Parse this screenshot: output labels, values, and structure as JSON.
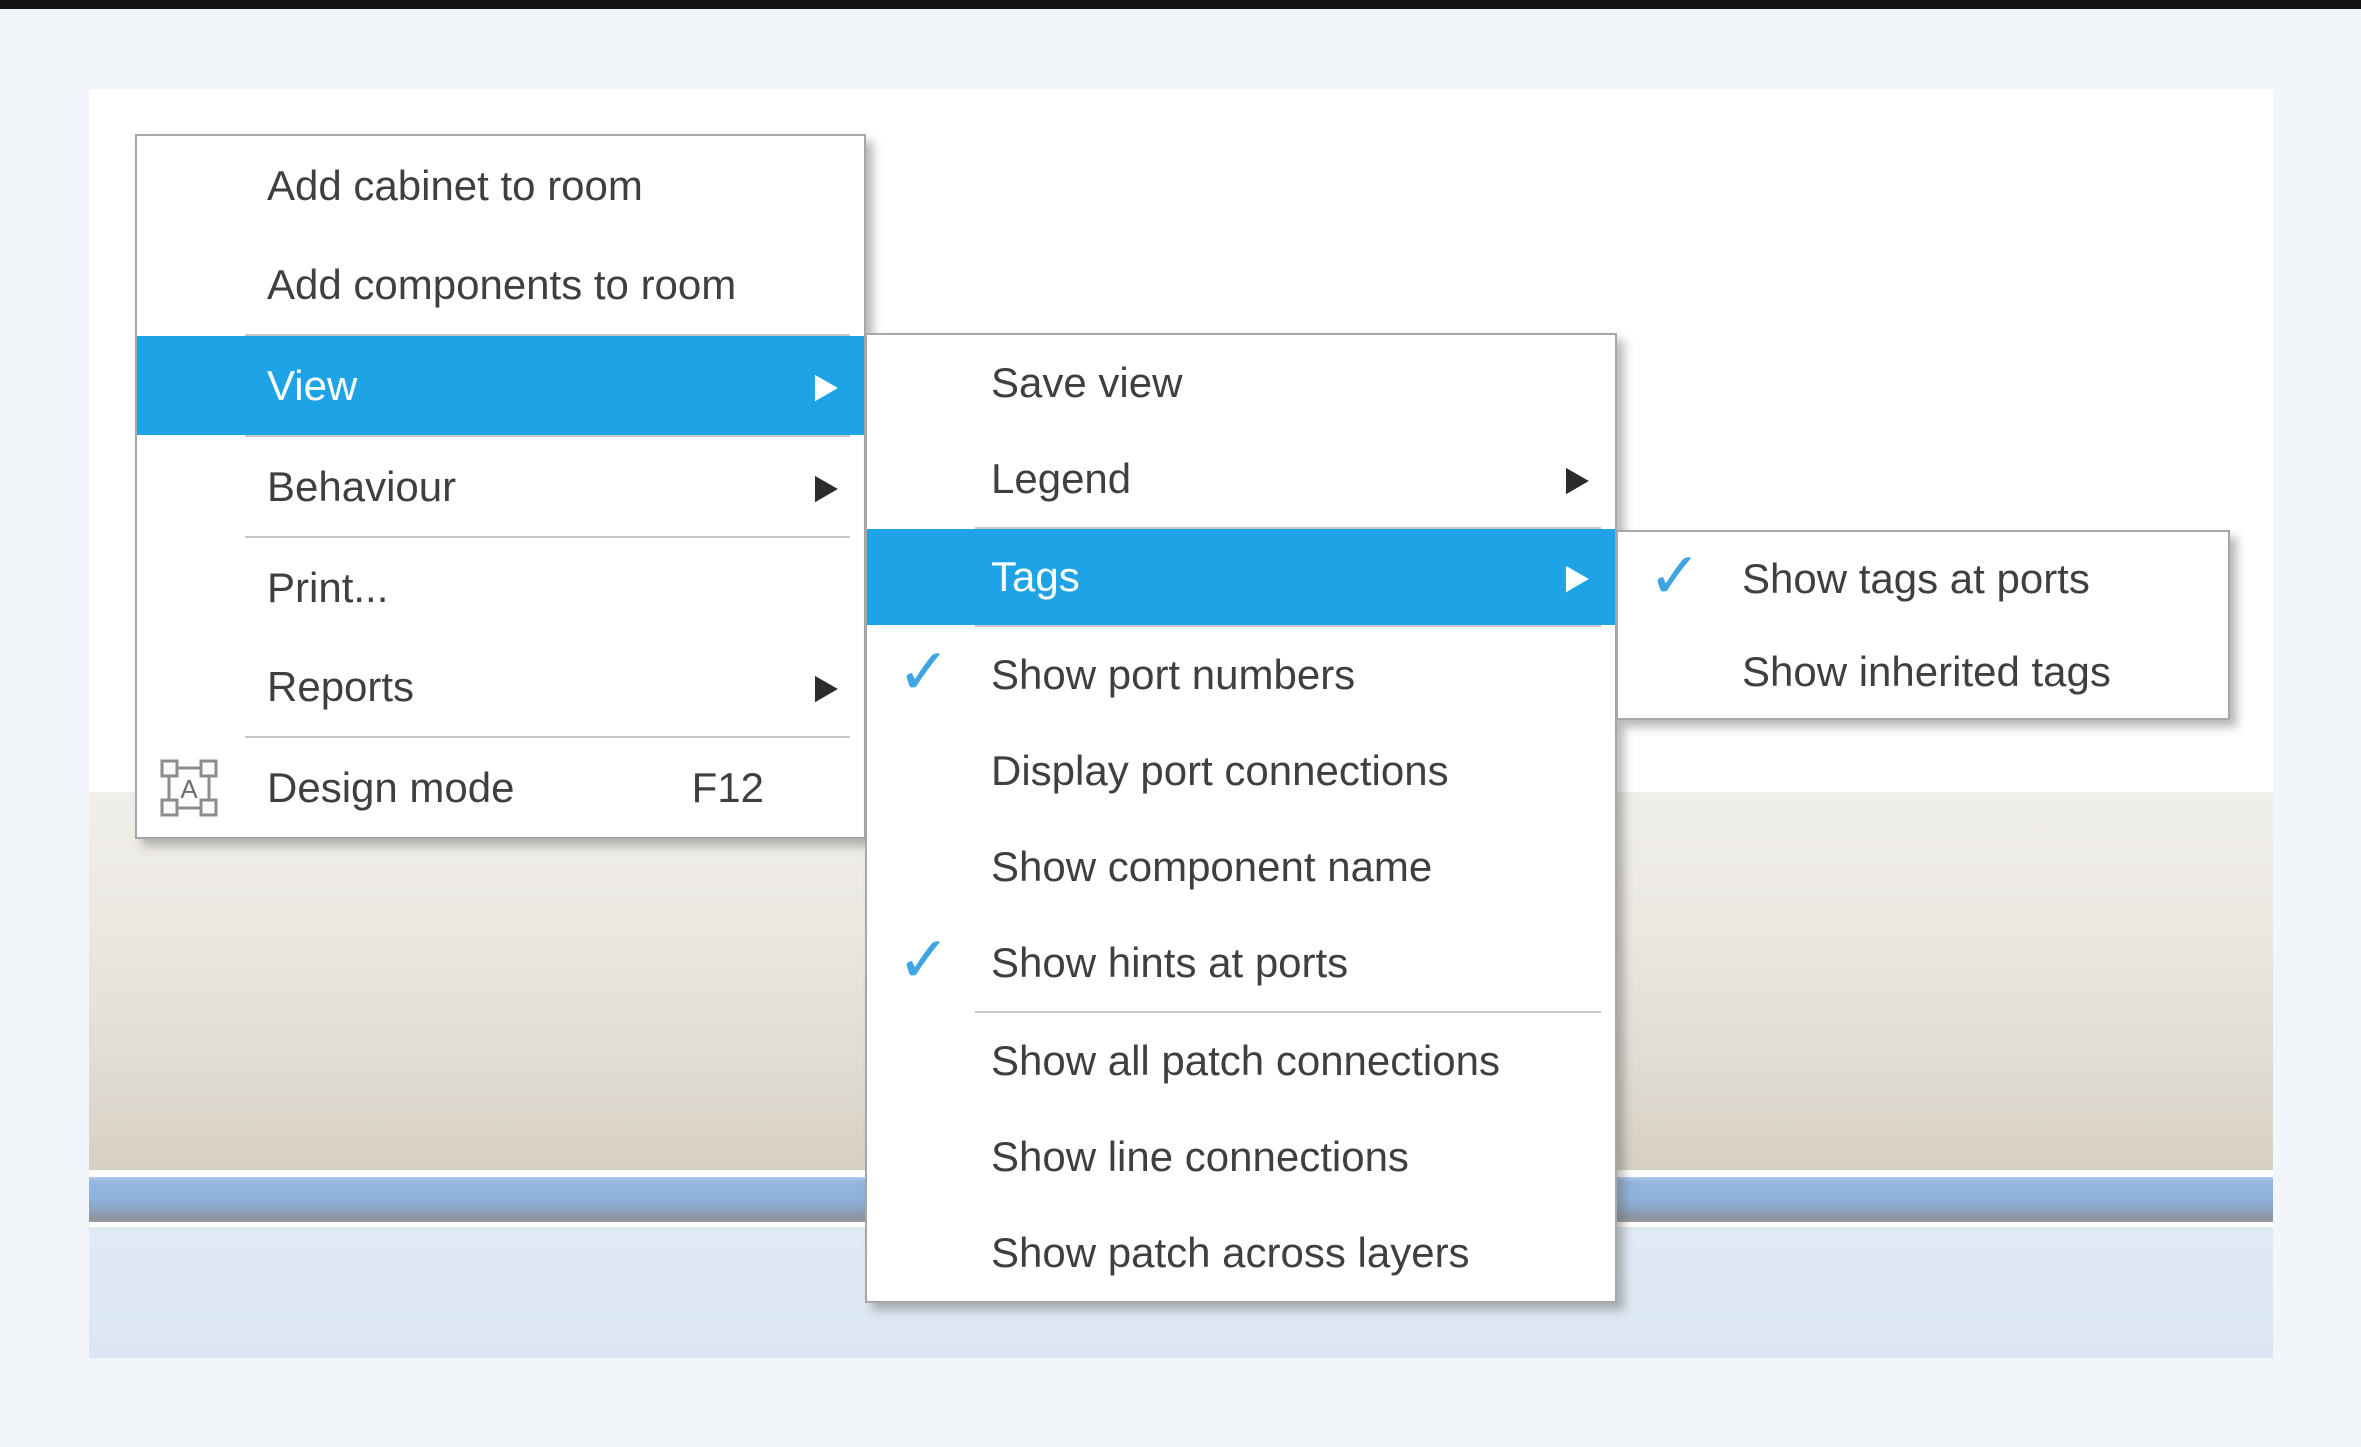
{
  "colors": {
    "highlight": "#1ea4e6",
    "check": "#3fa6e3",
    "menu-border": "#a7a7a7",
    "canvas-blue-bar": "#8fb2dc",
    "canvas-light-blue": "#dde8f4",
    "canvas-beige": "#d6d0c4",
    "page-background": "#f2f5f9"
  },
  "glyphs": {
    "submenu_arrow": "▶",
    "check": "✓"
  },
  "menus": {
    "context": {
      "items": [
        {
          "label": "Add cabinet to room"
        },
        {
          "label": "Add components to room"
        },
        {
          "label": "View",
          "has_submenu": true,
          "highlighted": true
        },
        {
          "label": "Behaviour",
          "has_submenu": true
        },
        {
          "label": "Print..."
        },
        {
          "label": "Reports",
          "has_submenu": true
        },
        {
          "label": "Design mode",
          "shortcut": "F12",
          "icon": "design-mode-icon"
        }
      ]
    },
    "view_submenu": {
      "items": [
        {
          "label": "Save view"
        },
        {
          "label": "Legend",
          "has_submenu": true
        },
        {
          "label": "Tags",
          "has_submenu": true,
          "highlighted": true
        },
        {
          "label": "Show port numbers",
          "checked": true
        },
        {
          "label": "Display port connections"
        },
        {
          "label": "Show component name"
        },
        {
          "label": "Show hints at ports",
          "checked": true
        },
        {
          "label": "Show all patch connections"
        },
        {
          "label": "Show line connections"
        },
        {
          "label": "Show patch across layers"
        }
      ]
    },
    "tags_submenu": {
      "items": [
        {
          "label": "Show tags at ports",
          "checked": true
        },
        {
          "label": "Show inherited tags"
        }
      ]
    }
  }
}
